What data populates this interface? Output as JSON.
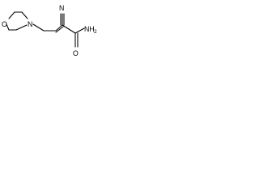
{
  "molecule": {
    "atom_labels": {
      "ring_oxygen": "O",
      "ring_nitrogen": "N",
      "nitrile_nitrogen": "N",
      "amide_oxygen": "O",
      "amide_nh2": "NH",
      "amide_nh2_subscript": "2"
    },
    "ink_color": "#000000",
    "background_color": "#ffffff"
  }
}
